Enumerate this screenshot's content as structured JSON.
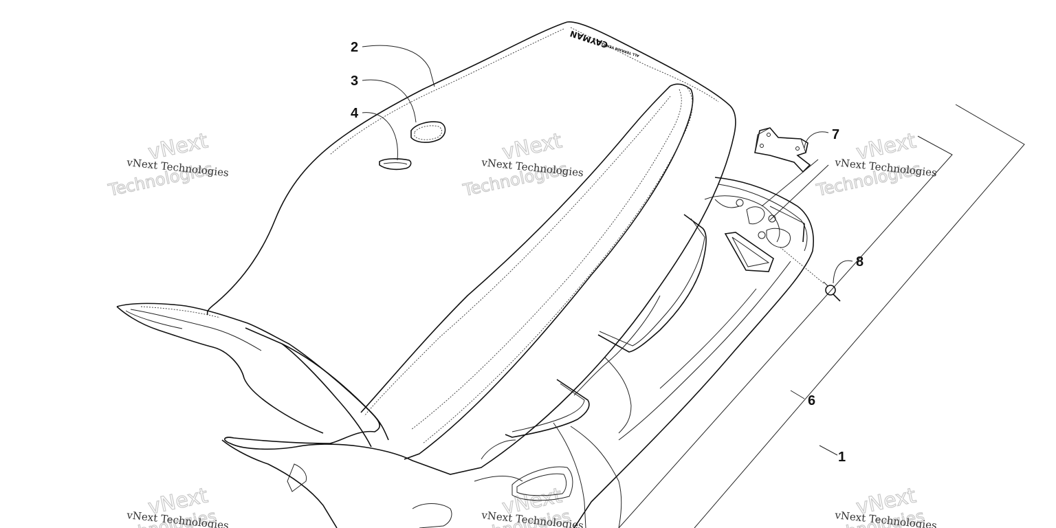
{
  "callouts": [
    "1",
    "2",
    "3",
    "4",
    "6",
    "7",
    "8"
  ],
  "seat_logo": {
    "brand": "CAYMAN",
    "tagline": "ALL TERRAIN VEHICLE"
  },
  "watermark": {
    "line": "vNext Technologies",
    "outline_top": "vNext",
    "outline_bottom": "Technologies"
  }
}
